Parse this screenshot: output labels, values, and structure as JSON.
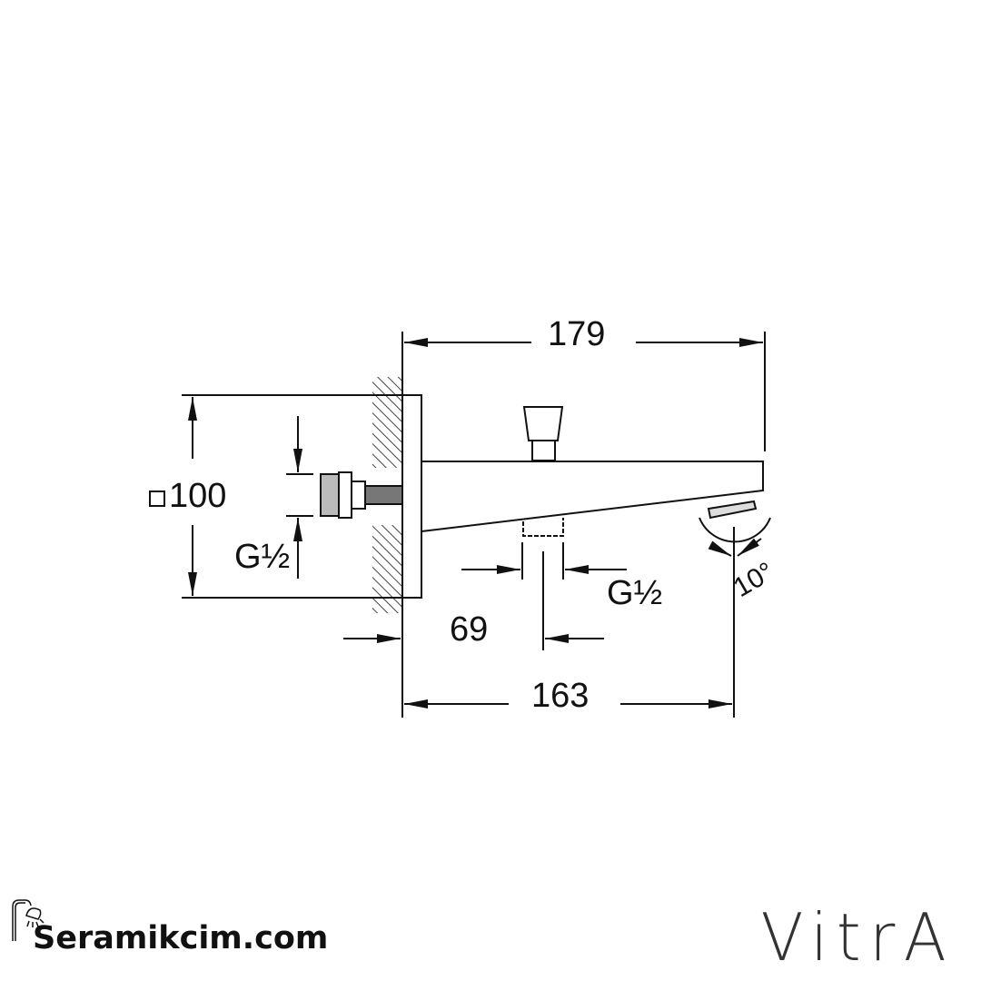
{
  "drawing": {
    "dim_overall_length": "179",
    "dim_projection": "163",
    "dim_outlet_offset": "69",
    "dim_plate_size": "100",
    "plate_size_symbol": "square",
    "thread_inlet": "G½",
    "thread_outlet": "G½",
    "angle": "10°"
  },
  "footer": {
    "site_logo": "Seramikcim.com",
    "brand_logo": "VitrA"
  }
}
